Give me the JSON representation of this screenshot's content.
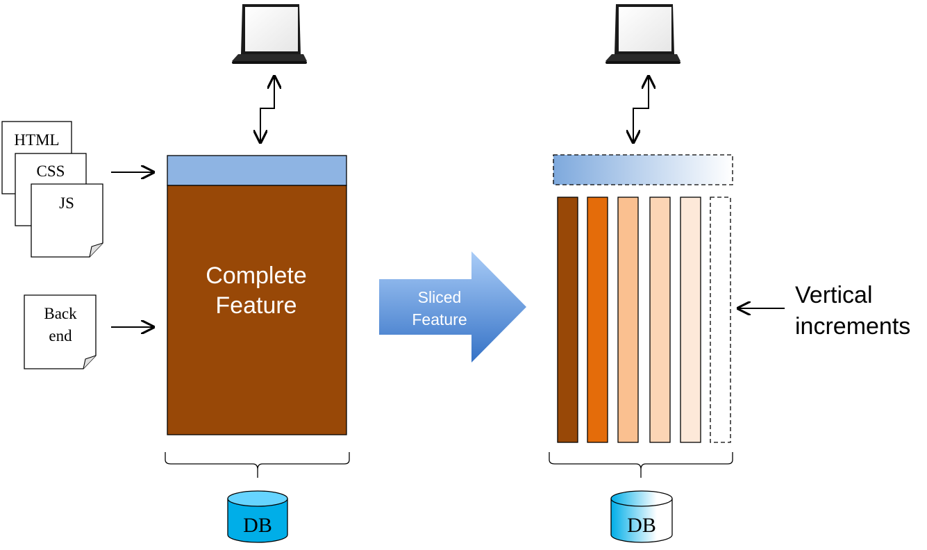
{
  "docs": {
    "html": "HTML",
    "css": "CSS",
    "js": "JS",
    "backend_line1": "Back",
    "backend_line2": "end"
  },
  "complete_feature": {
    "line1": "Complete",
    "line2": "Feature",
    "ui_color": "#8eb4e3",
    "body_color": "#984807"
  },
  "transform_arrow": {
    "line1": "Sliced",
    "line2": "Feature",
    "color_top": "#9cc3f5",
    "color_bottom": "#3a78c9"
  },
  "slices": {
    "colors": [
      "#984807",
      "#e46c0a",
      "#fac090",
      "#fcd5b5",
      "#fde9d9"
    ],
    "dashed_placeholder": true
  },
  "increments_label": {
    "line1": "Vertical",
    "line2": "increments"
  },
  "databases": {
    "left_label": "DB",
    "right_label": "DB",
    "left_color": "#00b0f0",
    "right_color": "#00b0f0"
  },
  "icons": {
    "laptop": "laptop-icon",
    "database": "database-icon",
    "document": "document-icon"
  }
}
